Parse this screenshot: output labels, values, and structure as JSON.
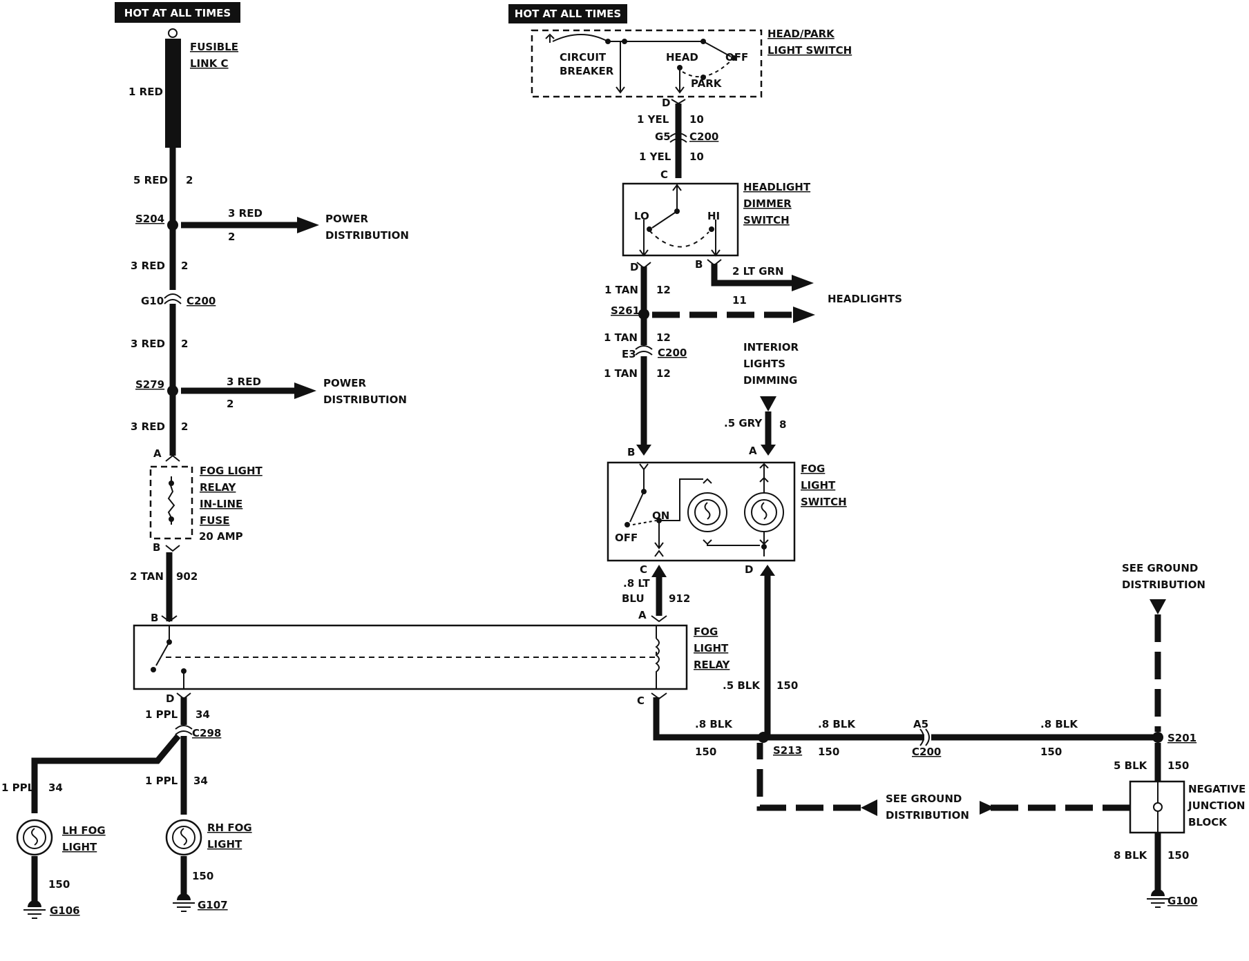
{
  "header": {
    "hot_left": "HOT AT ALL TIMES",
    "hot_right": "HOT AT ALL TIMES"
  },
  "left_circuit": {
    "fusible_link_line1": "FUSIBLE",
    "fusible_link_line2": "LINK C",
    "wire_1red": "1 RED",
    "wire_5red": "5 RED",
    "circ_2a": "2",
    "s204": "S204",
    "branch1_wire": "3 RED",
    "branch1_circ": "2",
    "power_line1": "POWER",
    "power_line2": "DISTRIBUTION",
    "wire_3red_a": "3 RED",
    "circ_2b": "2",
    "g10": "G10",
    "c200_a": "C200",
    "wire_3red_b": "3 RED",
    "circ_2c": "2",
    "s279": "S279",
    "branch2_wire": "3 RED",
    "branch2_circ": "2",
    "power2_line1": "POWER",
    "power2_line2": "DISTRIBUTION",
    "wire_3red_c": "3 RED",
    "circ_2d": "2",
    "pin_a": "A",
    "fuse_l1": "FOG LIGHT",
    "fuse_l2": "RELAY",
    "fuse_l3": "IN-LINE",
    "fuse_l4": "FUSE",
    "fuse_amp": "20 AMP",
    "pin_b": "B",
    "wire_2tan": "2 TAN",
    "circ_902": "902",
    "relay_pin_b": "B",
    "relay_pin_d": "D",
    "wire_1ppl": "1 PPL",
    "circ_34": "34",
    "c298": "C298",
    "wire_1ppl_lh": "1 PPL",
    "circ_34_lh": "34",
    "wire_1ppl_rh": "1 PPL",
    "circ_34_rh": "34",
    "lh_fog_l1": "LH FOG",
    "lh_fog_l2": "LIGHT",
    "rh_fog_l1": "RH FOG",
    "rh_fog_l2": "LIGHT",
    "circ_150_lh": "150",
    "circ_150_rh": "150",
    "g106": "G106",
    "g107": "G107"
  },
  "right_circuit": {
    "head_park_l1": "HEAD/PARK",
    "head_park_l2": "LIGHT SWITCH",
    "circuit_breaker_l1": "CIRCUIT",
    "circuit_breaker_l2": "BREAKER",
    "head": "HEAD",
    "off": "OFF",
    "park": "PARK",
    "pin_d": "D",
    "wire_1yel_a": "1 YEL",
    "circ_10_a": "10",
    "g5": "G5",
    "c200_b": "C200",
    "wire_1yel_b": "1 YEL",
    "circ_10_b": "10",
    "pin_c": "C",
    "dimmer_l1": "HEADLIGHT",
    "dimmer_l2": "DIMMER",
    "dimmer_l3": "SWITCH",
    "lo": "LO",
    "hi": "HI",
    "dimmer_pin_d": "D",
    "dimmer_pin_b": "B",
    "wire_2ltgrn": "2 LT GRN",
    "headlights": "HEADLIGHTS",
    "wire_1tan_a": "1 TAN",
    "circ_12_a": "12",
    "s261": "S261",
    "circ_11": "11",
    "wire_1tan_b": "1 TAN",
    "circ_12_b": "12",
    "e3": "E3",
    "c200_c": "C200",
    "wire_1tan_c": "1 TAN",
    "circ_12_c": "12",
    "interior_l1": "INTERIOR",
    "interior_l2": "LIGHTS",
    "interior_l3": "DIMMING",
    "wire_5gry": ".5 GRY",
    "circ_8": "8",
    "fsw_pin_b": "B",
    "fsw_pin_a": "A",
    "fog_sw_l1": "FOG",
    "fog_sw_l2": "LIGHT",
    "fog_sw_l3": "SWITCH",
    "on": "ON",
    "off2": "OFF",
    "fsw_pin_c": "C",
    "fsw_pin_d": "D",
    "wire_8ltblu_1": ".8 LT",
    "wire_8ltblu_2": "BLU",
    "circ_912": "912",
    "relay_pin_a": "A",
    "relay_l1": "FOG",
    "relay_l2": "LIGHT",
    "relay_l3": "RELAY",
    "relay_pin_c": "C",
    "wire_5blk": ".5 BLK",
    "circ_150_a": "150",
    "wire_8blk_a": ".8 BLK",
    "circ_150_b": "150",
    "s213": "S213",
    "wire_8blk_b": ".8 BLK",
    "circ_150_c": "150",
    "a5": "A5",
    "c200_d": "C200",
    "wire_8blk_c": ".8 BLK",
    "circ_150_d": "150",
    "s201": "S201",
    "see_ground_top_l1": "SEE GROUND",
    "see_ground_top_l2": "DISTRIBUTION",
    "see_ground_mid_l1": "SEE GROUND",
    "see_ground_mid_l2": "DISTRIBUTION",
    "wire_5blk_b": "5 BLK",
    "circ_150_e": "150",
    "neg_l1": "NEGATIVE",
    "neg_l2": "JUNCTION",
    "neg_l3": "BLOCK",
    "wire_8blk_d": "8 BLK",
    "circ_150_f": "150",
    "g100": "G100"
  }
}
